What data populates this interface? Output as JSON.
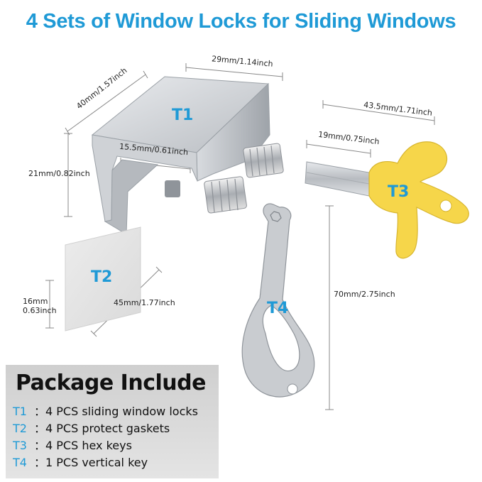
{
  "title": "4 Sets of Window Locks for Sliding Windows",
  "labels": {
    "t1": "T1",
    "t2": "T2",
    "t3": "T3",
    "t4": "T4"
  },
  "dimensions": {
    "t1_width": "29mm/1.14inch",
    "t1_depth": "40mm/1.57inch",
    "t1_height": "21mm/0.82inch",
    "t1_gap": "15.5mm/0.61inch",
    "t2_length": "45mm/1.77inch",
    "t2_height_mm": "16mm",
    "t2_height_in": "0.63inch",
    "t3_length": "43.5mm/1.71inch",
    "t3_shaft": "19mm/0.75inch",
    "t4_length": "70mm/2.75inch"
  },
  "package": {
    "heading": "Package Include",
    "items": [
      {
        "code": "T1",
        "sep": "：",
        "text": "4 PCS sliding window locks"
      },
      {
        "code": "T2",
        "sep": "：",
        "text": "4 PCS protect gaskets"
      },
      {
        "code": "T3",
        "sep": "：",
        "text": "4 PCS hex keys"
      },
      {
        "code": "T4",
        "sep": "：",
        "text": "1 PCS vertical key"
      }
    ]
  },
  "colors": {
    "accent": "#1f9ad6",
    "key_yellow": "#f6d64a",
    "metal": "#c8cbcf"
  }
}
